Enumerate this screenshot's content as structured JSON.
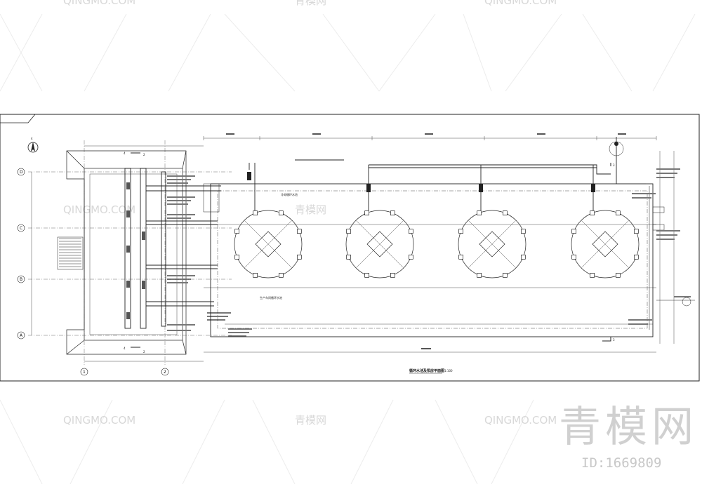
{
  "drawing": {
    "title": "循环水池及泵房平面图",
    "scale": "1:100",
    "labels": {
      "outdoor_pool": "冷却循环水池",
      "production_pool": "生产车间循环水池"
    },
    "axis_rows": [
      "D",
      "C",
      "B",
      "A"
    ],
    "axis_cols": [
      "1",
      "2"
    ],
    "section_marks": [
      "4",
      "3",
      "2"
    ],
    "north_mark": "4"
  },
  "watermark": {
    "brand_text": "青模网",
    "latin_text": "QINGMO.COM",
    "small_cn": "青模网",
    "id_text": "ID:1669809"
  }
}
